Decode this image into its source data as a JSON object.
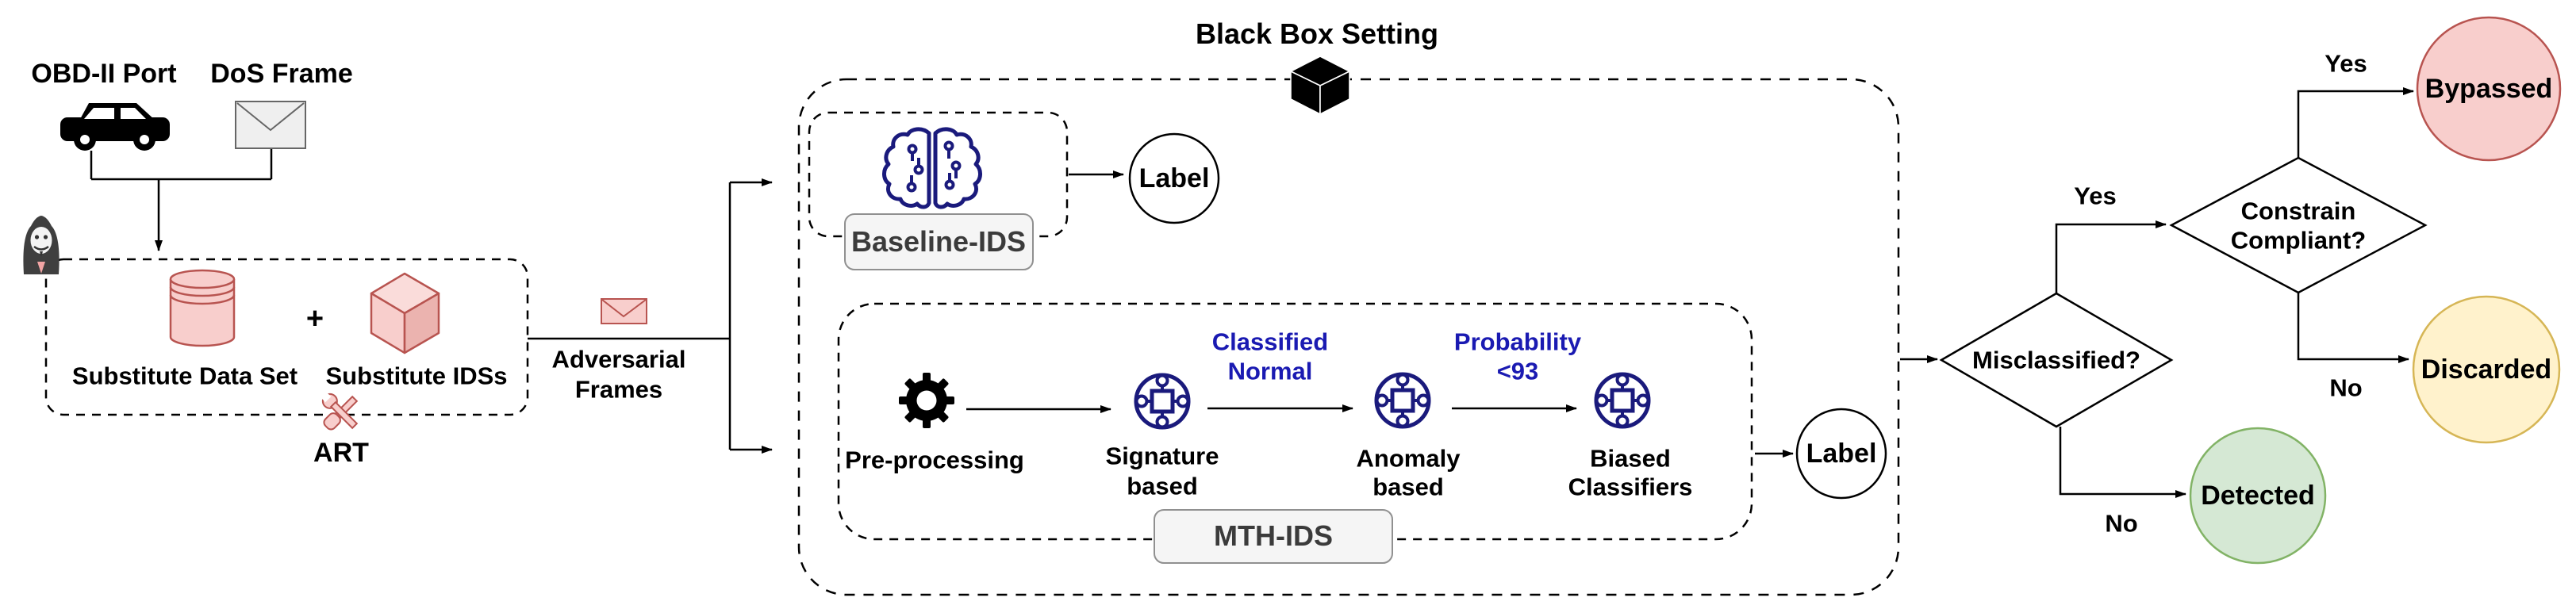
{
  "diagram": {
    "title": "Black Box Setting",
    "attack_prep": {
      "obd_label": "OBD-II Port",
      "dos_label": "DoS Frame",
      "substitute_dataset_label": "Substitute Data Set",
      "plus_sign": "+",
      "substitute_ids_label": "Substitute IDSs",
      "art_label": "ART",
      "adversarial_frames_line1": "Adversarial",
      "adversarial_frames_line2": "Frames"
    },
    "baseline_ids": {
      "box_label": "Baseline-IDS",
      "output_label": "Label"
    },
    "mth_ids": {
      "preprocessing_label": "Pre-processing",
      "signature_line1": "Signature",
      "signature_line2": "based",
      "classified_line1": "Classified",
      "classified_line2": "Normal",
      "anomaly_line1": "Anomaly",
      "anomaly_line2": "based",
      "probability_line1": "Probability",
      "probability_line2": "<93",
      "biased_line1": "Biased",
      "biased_line2": "Classifiers",
      "box_label": "MTH-IDS",
      "output_label": "Label"
    },
    "decisions": {
      "misclassified_label": "Misclassified?",
      "constrain_line1": "Constrain",
      "constrain_line2": "Compliant?",
      "misclassified_yes": "Yes",
      "misclassified_no": "No",
      "constrain_yes": "Yes",
      "constrain_no": "No"
    },
    "outcomes": {
      "bypassed_label": "Bypassed",
      "discarded_label": "Discarded",
      "detected_label": "Detected"
    },
    "icons": {
      "car-icon": "black car silhouette",
      "envelope-icon": "gray mail envelope",
      "hacker-icon": "anonymous masked attacker",
      "database-icon": "pink data cylinder",
      "ids-cube-icon": "pink 3d cube",
      "adversarial-envelope-icon": "pink mail envelope",
      "tools-icon": "crossed wrench and screwdriver",
      "black-box-cube-icon": "black 3d cube",
      "brain-circuit-icon": "navy circuit brain",
      "gear-icon": "black gear",
      "classifier-hub-icon": "navy circle hub node"
    },
    "colors": {
      "pink-fill": "#F8CECC",
      "pink-light": "#FADCDA",
      "pink-dark": "#EBB3AF",
      "pink-stroke": "#B85450",
      "yellow-fill": "#FFF2CC",
      "yellow-stroke": "#D6B656",
      "green-fill": "#D5E8D4",
      "green-stroke": "#82B366",
      "navy": "#1A1A7C",
      "blue-text": "#1A1AB2",
      "graybox-fill": "#F5F5F5",
      "graybox-stroke": "#909090",
      "graybox-text": "#3B3B3B",
      "line": "#000000"
    }
  }
}
